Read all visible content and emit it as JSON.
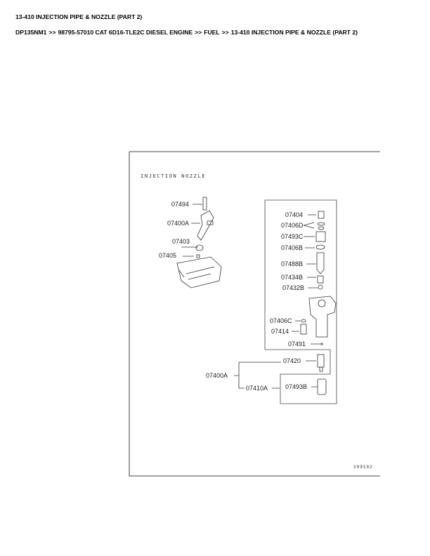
{
  "page_title": "13-410 INJECTION PIPE & NOZZLE (PART 2)",
  "breadcrumb": [
    "DP135NM1",
    "98795-57010 CAT 6D16-TLE2C DIESEL ENGINE",
    "FUEL",
    "13-410 INJECTION PIPE & NOZZLE (PART 2)"
  ],
  "breadcrumb_sep": ">>",
  "diagram": {
    "heading": "INJECTION NOZZLE",
    "code": "209S02",
    "labels": {
      "p07494": "07494",
      "p07400A": "07400A",
      "p07403": "07403",
      "p07405": "07405",
      "p07404": "07404",
      "p07406D": "07406D",
      "p07493C": "07493C",
      "p07406B": "07406B",
      "p07488B": "07488B",
      "p07434B": "07434B",
      "p07432B": "07432B",
      "p07406C": "07406C",
      "p07414": "07414",
      "p07491": "07491",
      "p07420": "07420",
      "p07400A_2": "07400A",
      "p07410A": "07410A",
      "p07493B": "07493B"
    }
  }
}
